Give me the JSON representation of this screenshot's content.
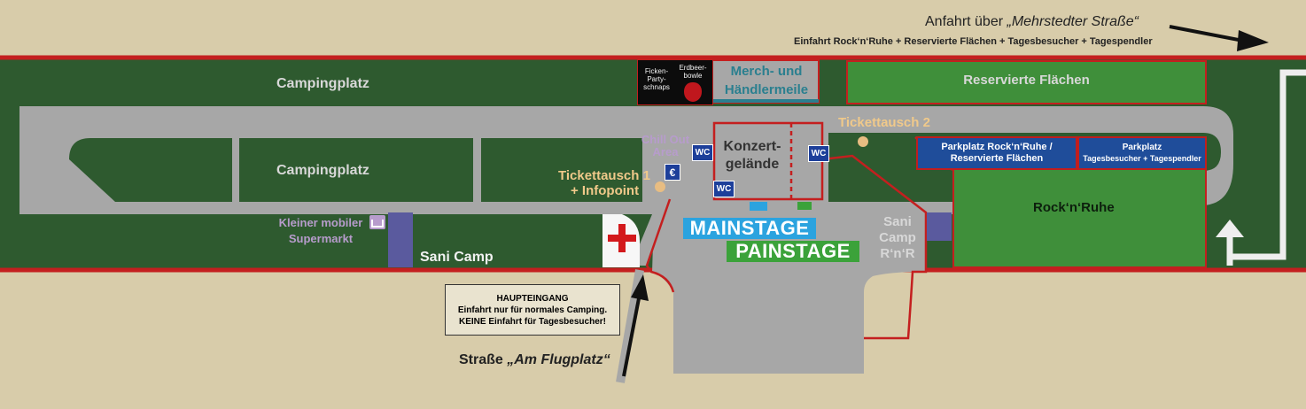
{
  "colors": {
    "background": "#d8ccaa",
    "field_green": "#2e5a2f",
    "light_green": "#3f8f3a",
    "road_grey": "#a7a7a7",
    "border_red": "#c41f1f",
    "wc_blue": "#1d3f9a",
    "stage_blue": "#2ba3df",
    "stage_green": "#3ba23a"
  },
  "top_access": {
    "prefix": "Anfahrt über ",
    "road": "„Mehrstedter Straße“",
    "note": "Einfahrt Rock‘n‘Ruhe + Reservierte Flächen + Tagesbesucher + Tagespendler"
  },
  "areas": {
    "camping_1": "Campingplatz",
    "camping_2": "Campingplatz",
    "merch": "Merch- und Händlermeile",
    "reserved": "Reservierte Flächen",
    "shop_1": "Ficken-Party-schnaps",
    "shop_2": "Erdbeer-bowle",
    "chill_out": "Chill Out Area",
    "ticket_1": "Tickettausch 1",
    "infopoint": "+ Infopoint",
    "ticket_2": "Tickettausch 2",
    "concert": "Konzert-gelände",
    "supermarket_1": "Kleiner mobiler",
    "supermarket_2": "Supermarkt",
    "sani_camp": "Sani Camp",
    "sani_rnr_1": "Sani",
    "sani_rnr_2": "Camp",
    "sani_rnr_3": "R‘n‘R",
    "rocknruhe": "Rock‘n‘Ruhe",
    "parking_1_line1": "Parkplatz Rock‘n‘Ruhe /",
    "parking_1_line2": "Reservierte Flächen",
    "parking_2_line1": "Parkplatz",
    "parking_2_line2": "Tagesbesucher + Tagespendler"
  },
  "stages": {
    "main": "MAINSTAGE",
    "pain": "PAINSTAGE"
  },
  "icons": {
    "wc": "WC",
    "euro": "€",
    "first_aid": "red-cross-icon",
    "cart": "shopping-cart-icon",
    "strawberry": "strawberry-icon"
  },
  "main_entrance": {
    "title": "HAUPTEINGANG",
    "line1": "Einfahrt nur für normales Camping.",
    "line2": "KEINE Einfahrt für Tagesbesucher!"
  },
  "bottom_road": {
    "prefix": "Straße ",
    "road": "„Am Flugplatz“"
  }
}
